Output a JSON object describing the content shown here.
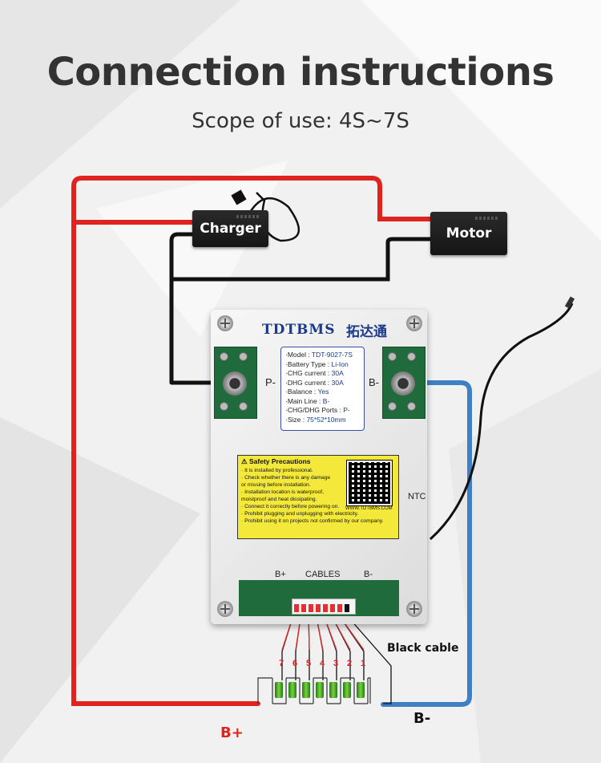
{
  "title": "Connection instructions",
  "subtitle": "Scope of use: 4S~7S",
  "devices": {
    "charger": "Charger",
    "motor": "Motor"
  },
  "bms": {
    "brand": "TDTBMS",
    "brand_cn": "拓达通",
    "spec_lines": [
      {
        "label": "·Model : ",
        "value": "TDT-9027-7S"
      },
      {
        "label": "·Battery Type : ",
        "value": "Li-Ion"
      },
      {
        "label": "·CHG current : ",
        "value": "30A"
      },
      {
        "label": "·DHG current : ",
        "value": "30A"
      },
      {
        "label": "·Balance : ",
        "value": "Yes"
      },
      {
        "label": "·Main Line : ",
        "value": "B-"
      },
      {
        "label": "·CHG/DHG Ports : ",
        "value": "P-"
      },
      {
        "label": "·Size : ",
        "value": "75*52*10mm"
      }
    ],
    "safety_title": "Safety Precautions",
    "safety_lines": [
      "· It is installed by professional.",
      "· Check whether there is any damage",
      "  or missing before installation.",
      "· Installation location is waterproof,",
      "  moistproof and heat dissipating.",
      "· Connect it correctly before powering on.",
      "· Prohibit plugging and unplugging with electricity.",
      "· Prohibit using it on projects not confirmed by our company."
    ],
    "qr_text": "WWW.TDTBMS.COM",
    "p_minus": "P-",
    "b_minus": "B-",
    "ntc": "NTC",
    "cables_label": "CABLES",
    "bplus_small": "B+",
    "bminus_small": "B-"
  },
  "cell_numbers": [
    "7",
    "6",
    "5",
    "4",
    "3",
    "2",
    "1"
  ],
  "black_cable": "Black cable",
  "b_plus": "B+",
  "b_minus": "B-",
  "colors": {
    "red_wire": "#e0231e",
    "blue_wire": "#3f7fc4",
    "black_wire": "#111111"
  }
}
